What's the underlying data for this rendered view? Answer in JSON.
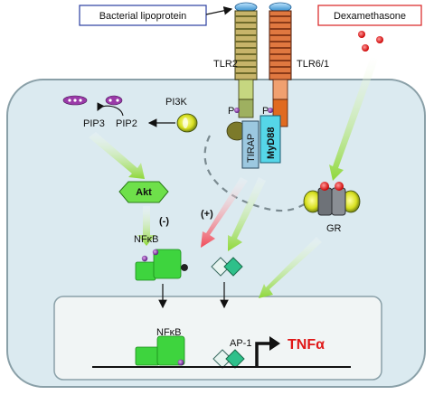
{
  "labels": {
    "bacterial_lipoprotein": "Bacterial lipoprotein",
    "dexamethasone": "Dexamethasone",
    "tlr2": "TLR2",
    "tlr6_1": "TLR6/1",
    "pi3k": "PI3K",
    "pip3": "PIP3",
    "pip2": "PIP2",
    "p_left": "P",
    "p_right": "P",
    "tirap": "TIRAP",
    "myd88": "MyD88",
    "akt": "Akt",
    "minus": "(-)",
    "plus": "(+)",
    "nfkb_cyto": "NFκB",
    "gr": "GR",
    "nfkb_nuc": "NFκB",
    "ap1": "AP-1",
    "tnfa": "TNFα"
  },
  "colors": {
    "tlr2_stripe": "#c7b46a",
    "tlr2_dark": "#6e6a2a",
    "tlr6_stripe": "#e07840",
    "tlr6_dark": "#8a3a18",
    "receptor_cap": "#5aaedc",
    "cell_fill": "#dbeaf0",
    "cell_stroke": "#8aa0a8",
    "nucleus_fill": "#f1f5f5",
    "nfkb_green": "#3ed43e",
    "akt_green": "#6ee04a",
    "myd88_cyan": "#55d6e8",
    "tirap_blue": "#9cc8e0",
    "gr_gray": "#6e7278",
    "dex_red": "#e01818",
    "pip_purple": "#9a3aa8",
    "phospho_purple": "#7a2aa0",
    "tnfa_red": "#e01818"
  }
}
